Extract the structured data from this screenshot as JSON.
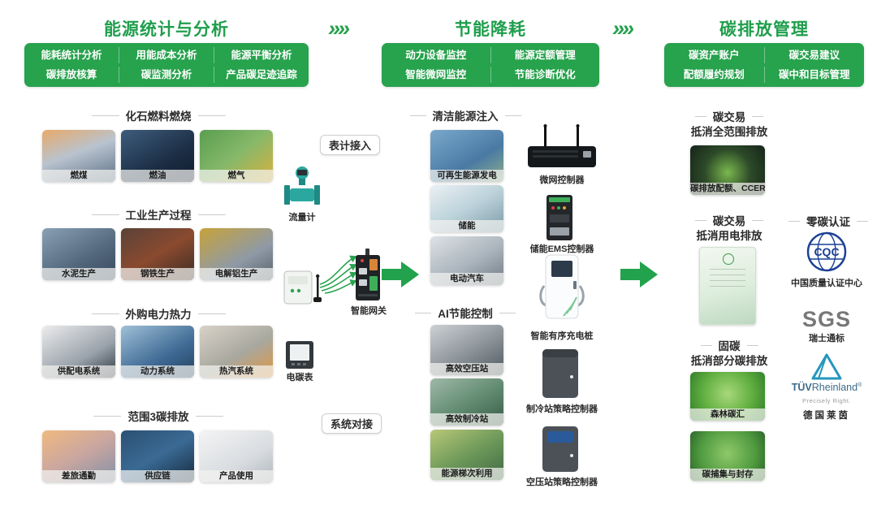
{
  "colors": {
    "accent_green": "#27a24d",
    "title_green": "#1f9e4c",
    "cqc_blue": "#1a3f94",
    "sgs_gray": "#787878",
    "tuv_blue": "#2596be"
  },
  "top": {
    "arrow": "»»",
    "pillars": [
      {
        "title": "能源统计与分析",
        "rows": [
          [
            "能耗统计分析",
            "用能成本分析",
            "能源平衡分析"
          ],
          [
            "碳排放核算",
            "碳监测分析",
            "产品碳足迹追踪"
          ]
        ]
      },
      {
        "title": "节能降耗",
        "rows": [
          [
            "动力设备监控",
            "能源定额管理"
          ],
          [
            "智能微网监控",
            "节能诊断优化"
          ]
        ]
      },
      {
        "title": "碳排放管理",
        "rows": [
          [
            "碳资产账户",
            "碳交易建议"
          ],
          [
            "配额履约规划",
            "碳中和目标管理"
          ]
        ]
      }
    ]
  },
  "left": {
    "sections": [
      {
        "title": "化石燃料燃烧",
        "cards": [
          "燃煤",
          "燃油",
          "燃气"
        ]
      },
      {
        "title": "工业生产过程",
        "cards": [
          "水泥生产",
          "钢铁生产",
          "电解铝生产"
        ]
      },
      {
        "title": "外购电力热力",
        "cards": [
          "供配电系统",
          "动力系统",
          "热汽系统"
        ]
      },
      {
        "title": "范围3碳排放",
        "cards": [
          "差旅通勤",
          "供应链",
          "产品使用"
        ]
      }
    ]
  },
  "link": {
    "meter_access": "表计接入",
    "flow_meter": "流量计",
    "gateway": "智能网关",
    "carbon_meter": "电碳表",
    "system_link": "系统对接"
  },
  "middle": {
    "clean_title": "清洁能源注入",
    "clean_cards": [
      "可再生能源发电",
      "储能",
      "电动汽车"
    ],
    "ai_title": "AI节能控制",
    "ai_cards": [
      "高效空压站",
      "高效制冷站",
      "能源梯次利用"
    ],
    "devices": [
      "微网控制器",
      "储能EMS控制器",
      "智能有序充电桩",
      "制冷站策略控制器",
      "空压站策略控制器"
    ]
  },
  "right": {
    "sections": [
      {
        "line1": "碳交易",
        "line2": "抵消全范围排放"
      },
      {
        "line1": "碳交易",
        "line2": "抵消用电排放"
      },
      {
        "line1": "固碳",
        "line2": "抵消部分碳排放"
      }
    ],
    "cards": {
      "ccer": "碳排放配额、CCER",
      "forest": "森林碳汇",
      "ccs": "碳捕集与封存"
    }
  },
  "cert": {
    "title": "零碳认证",
    "cqc_logo": "CQC",
    "cqc_name": "中国质量认证中心",
    "sgs_logo": "SGS",
    "sgs_name": "瑞士通标",
    "tuv_brand_1": "TÜV",
    "tuv_brand_2": "Rheinland",
    "tuv_reg": "®",
    "tuv_tagline": "Precisely Right.",
    "tuv_name": "德国莱茵"
  }
}
